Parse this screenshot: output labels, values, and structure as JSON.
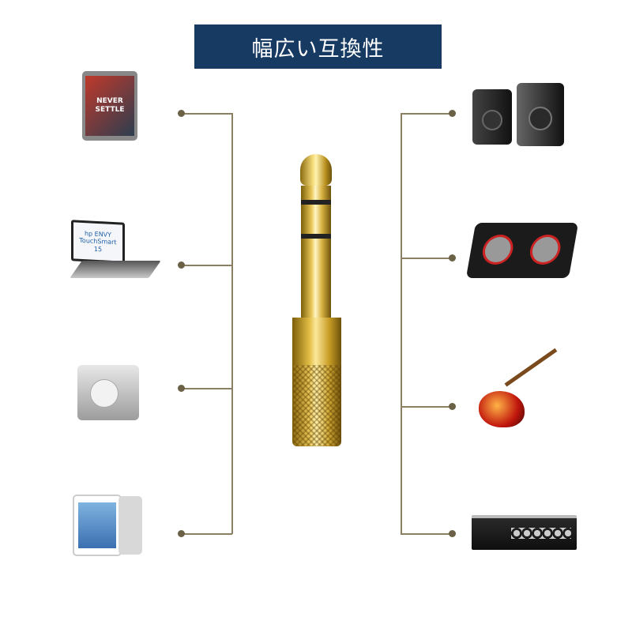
{
  "title": "幅広い互換性",
  "colors": {
    "title_bg": "#173a63",
    "connector_line": "#8a7f62"
  },
  "left_devices": [
    "smartphone-icon",
    "laptop-icon",
    "music-player-icon",
    "tablet-icon"
  ],
  "right_devices": [
    "speakers-icon",
    "dj-controller-icon",
    "electric-guitar-icon",
    "amplifier-icon"
  ],
  "center_product": "stereo-plug-adapter",
  "logo_text": {
    "phone_screen": "NEVER SETTLE",
    "laptop_screen": "hp ENVY TouchSmart 15"
  }
}
